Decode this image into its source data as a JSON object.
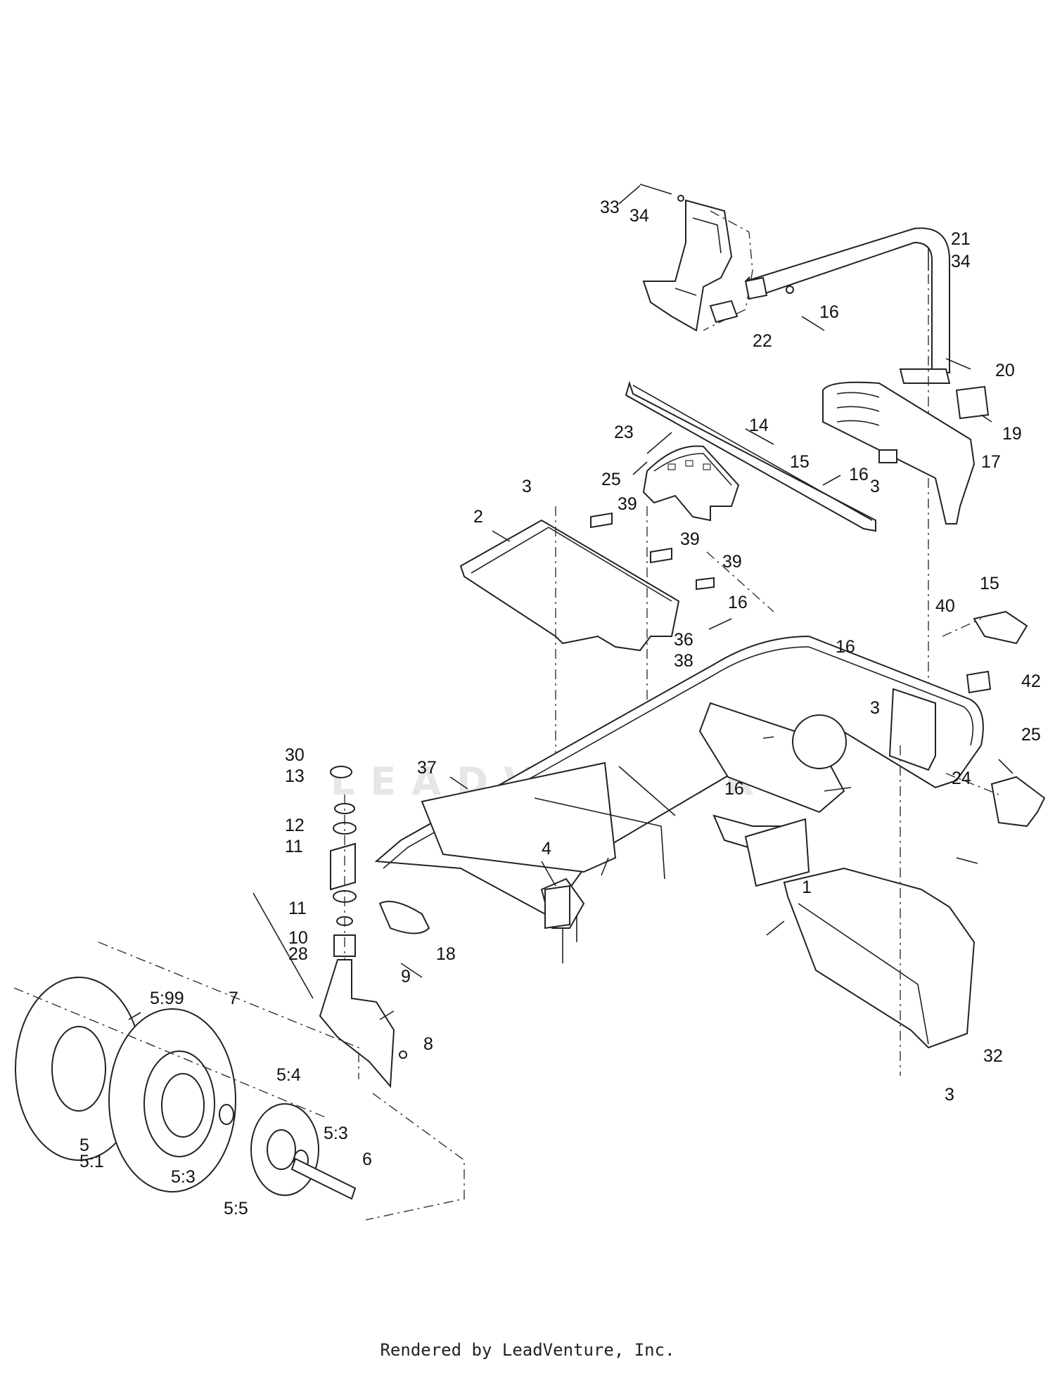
{
  "watermark": "LEADVENTURE",
  "footer": "Rendered by LeadVenture, Inc.",
  "callouts": [
    {
      "id": "33",
      "text": "33"
    },
    {
      "id": "34a",
      "text": "34"
    },
    {
      "id": "21",
      "text": "21"
    },
    {
      "id": "34b",
      "text": "34"
    },
    {
      "id": "16a",
      "text": "16"
    },
    {
      "id": "22",
      "text": "22"
    },
    {
      "id": "20",
      "text": "20"
    },
    {
      "id": "19",
      "text": "19"
    },
    {
      "id": "14",
      "text": "14"
    },
    {
      "id": "23",
      "text": "23"
    },
    {
      "id": "15a",
      "text": "15"
    },
    {
      "id": "16b",
      "text": "16"
    },
    {
      "id": "17",
      "text": "17"
    },
    {
      "id": "25a",
      "text": "25"
    },
    {
      "id": "3a",
      "text": "3"
    },
    {
      "id": "3b",
      "text": "3"
    },
    {
      "id": "39a",
      "text": "39"
    },
    {
      "id": "2",
      "text": "2"
    },
    {
      "id": "39b",
      "text": "39"
    },
    {
      "id": "39c",
      "text": "39"
    },
    {
      "id": "15b",
      "text": "15"
    },
    {
      "id": "16c",
      "text": "16"
    },
    {
      "id": "40",
      "text": "40"
    },
    {
      "id": "36",
      "text": "36"
    },
    {
      "id": "38",
      "text": "38"
    },
    {
      "id": "16d",
      "text": "16"
    },
    {
      "id": "42",
      "text": "42"
    },
    {
      "id": "3c",
      "text": "3"
    },
    {
      "id": "25b",
      "text": "25"
    },
    {
      "id": "30",
      "text": "30"
    },
    {
      "id": "37",
      "text": "37"
    },
    {
      "id": "13",
      "text": "13"
    },
    {
      "id": "16e",
      "text": "16"
    },
    {
      "id": "24",
      "text": "24"
    },
    {
      "id": "12",
      "text": "12"
    },
    {
      "id": "11a",
      "text": "11"
    },
    {
      "id": "4",
      "text": "4"
    },
    {
      "id": "1",
      "text": "1"
    },
    {
      "id": "11b",
      "text": "11"
    },
    {
      "id": "10",
      "text": "10"
    },
    {
      "id": "28",
      "text": "28"
    },
    {
      "id": "18",
      "text": "18"
    },
    {
      "id": "9",
      "text": "9"
    },
    {
      "id": "7",
      "text": "7"
    },
    {
      "id": "5_99",
      "text": "5:99"
    },
    {
      "id": "8",
      "text": "8"
    },
    {
      "id": "32",
      "text": "32"
    },
    {
      "id": "5_4",
      "text": "5:4"
    },
    {
      "id": "3d",
      "text": "3"
    },
    {
      "id": "5_3a",
      "text": "5:3"
    },
    {
      "id": "5",
      "text": "5"
    },
    {
      "id": "5_1",
      "text": "5:1"
    },
    {
      "id": "6",
      "text": "6"
    },
    {
      "id": "5_3b",
      "text": "5:3"
    },
    {
      "id": "5_5",
      "text": "5:5"
    }
  ]
}
